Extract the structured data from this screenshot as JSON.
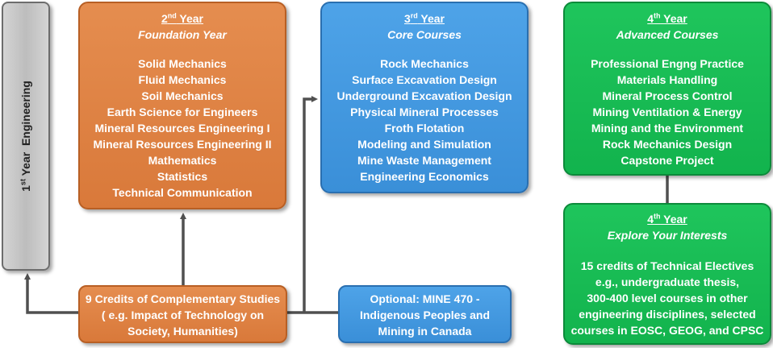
{
  "colors": {
    "orange": "#d9793a",
    "blue": "#3a8fd8",
    "green": "#12b34d",
    "gray": "#c8c8c8",
    "connector": "#505050"
  },
  "first_year": {
    "num": "1",
    "sup": "st",
    "rest": " Year  Engineering"
  },
  "second_year": {
    "num": "2",
    "sup": "nd",
    "rest": " Year",
    "subtitle": "Foundation Year",
    "items": [
      "Solid Mechanics",
      "Fluid Mechanics",
      "Soil Mechanics",
      "Earth Science for Engineers",
      "Mineral Resources Engineering I",
      "Mineral Resources Engineering II",
      "Mathematics",
      "Statistics",
      "Technical Communication"
    ]
  },
  "third_year": {
    "num": "3",
    "sup": "rd",
    "rest": " Year",
    "subtitle": "Core Courses",
    "items": [
      "Rock Mechanics",
      "Surface Excavation Design",
      "Underground Excavation Design",
      "Physical Mineral Processes",
      "Froth Flotation",
      "Modeling and Simulation",
      "Mine Waste Management",
      "Engineering Economics"
    ]
  },
  "fourth_year_advanced": {
    "num": "4",
    "sup": "th",
    "rest": " Year",
    "subtitle": "Advanced Courses",
    "items": [
      "Professional Engng Practice",
      "Materials Handling",
      "Mineral Process Control",
      "Mining Ventilation & Energy",
      "Mining and the Environment",
      "Rock Mechanics Design",
      "Capstone Project"
    ]
  },
  "fourth_year_explore": {
    "num": "4",
    "sup": "th",
    "rest": " Year",
    "subtitle": "Explore Your Interests",
    "lines": [
      "15 credits of Technical Electives",
      "e.g., undergraduate thesis,",
      "300-400 level courses in other",
      "engineering disciplines, selected",
      "courses in EOSC, GEOG, and CPSC"
    ]
  },
  "complementary": {
    "lines": [
      "9 Credits of Complementary Studies",
      "( e.g. Impact of Technology on",
      "Society, Humanities)"
    ]
  },
  "optional": {
    "lines": [
      "Optional: MINE 470 -",
      "Indigenous Peoples and",
      "Mining in Canada"
    ]
  }
}
